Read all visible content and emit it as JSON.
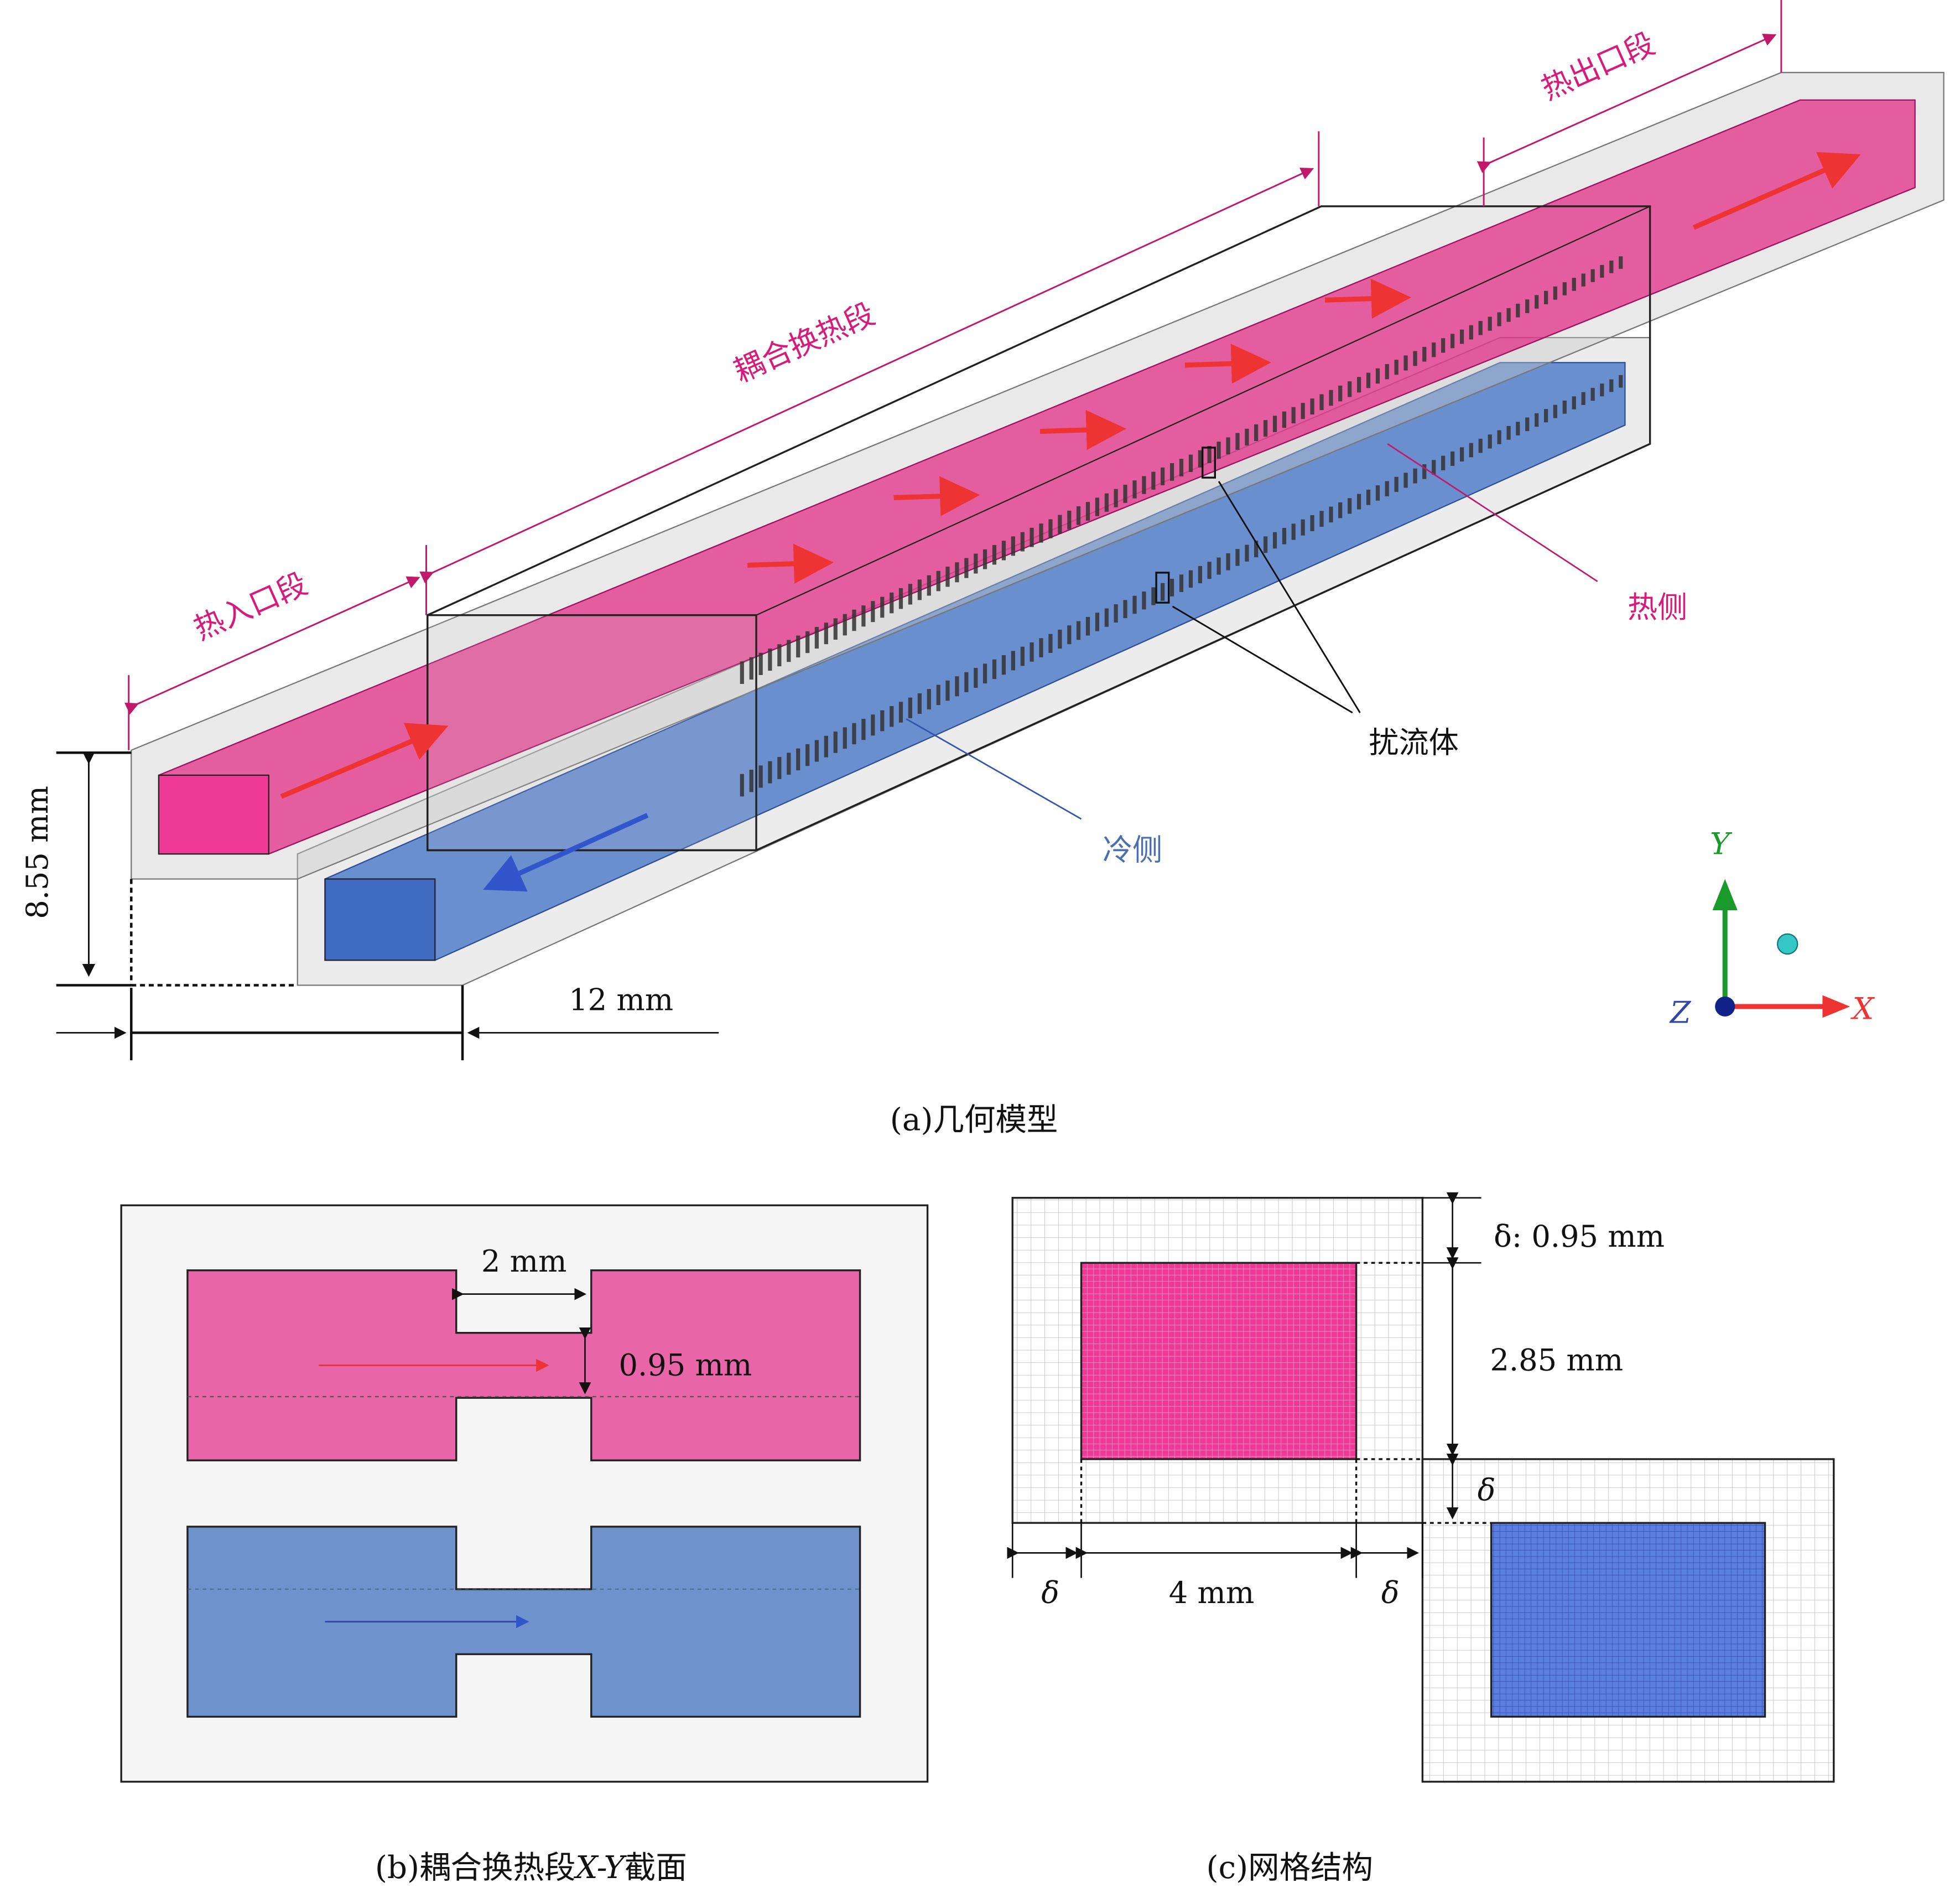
{
  "colors": {
    "hot": "#e8338f",
    "cold": "#4a78c8",
    "hot_light": "#e865a8",
    "cold_light": "#6e93cc",
    "frame": "#d0d0d0"
  },
  "panel_a": {
    "labels": {
      "hot_inlet": "热入口段",
      "coupled": "耦合换热段",
      "hot_outlet": "热出口段",
      "hot_side": "热侧",
      "turbulator": "扰流体",
      "cold_side": "冷侧",
      "height": "8.55 mm",
      "width": "12 mm"
    },
    "axes": {
      "y": "Y",
      "z": "Z",
      "x": "X"
    },
    "caption": "(a)几何模型"
  },
  "panel_b": {
    "labels": {
      "gap": "2 mm",
      "neck": "0.95 mm"
    },
    "caption_prefix": "(b)耦合换热段",
    "caption_axes": "X-Y",
    "caption_suffix": "截面"
  },
  "panel_c": {
    "labels": {
      "delta_top": "δ: 0.95 mm",
      "height": "2.85 mm",
      "delta_mid": "δ",
      "width": "4 mm",
      "delta_left": "δ",
      "delta_right": "δ"
    },
    "caption": "(c)网格结构"
  }
}
